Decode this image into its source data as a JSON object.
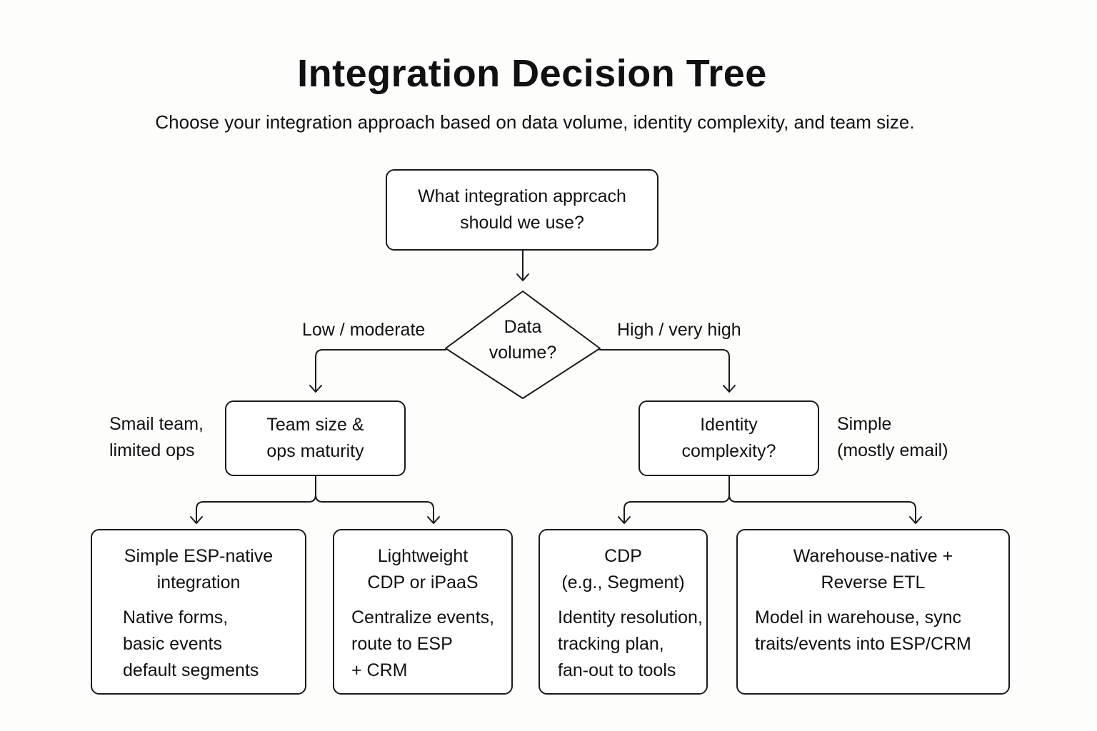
{
  "title": "Integration Decision Tree",
  "subtitle": "Choose your integration approach based on data volume, identity complexity, and team size.",
  "nodes": {
    "root": {
      "text": "What integration apprcach\nshould we use?"
    },
    "data_volume": {
      "text": "Data\nvolume?"
    },
    "team_size": {
      "text": "Team size &\nops maturity"
    },
    "identity": {
      "text": "Identity\ncomplexity?"
    }
  },
  "edge_labels": {
    "low": "Low / moderate",
    "high": "High / very high",
    "small_team": "Smail team,\nlimited ops",
    "simple": "Simple\n(mostly email)"
  },
  "outcomes": [
    {
      "title": "Simple ESP-native\nintegration",
      "desc": "Native forms,\nbasic events\ndefault segments"
    },
    {
      "title": "Lightweight\nCDP or iPaaS",
      "desc": "Centralize events,\nroute to ESP\n+ CRM"
    },
    {
      "title": "CDP\n(e.g., Segment)",
      "desc": "Identity resolution,\ntracking plan,\nfan-out to tools"
    },
    {
      "title": "Warehouse-native +\nReverse ETL",
      "desc": "Model in warehouse, sync\ntraits/events into ESP/CRM"
    }
  ]
}
